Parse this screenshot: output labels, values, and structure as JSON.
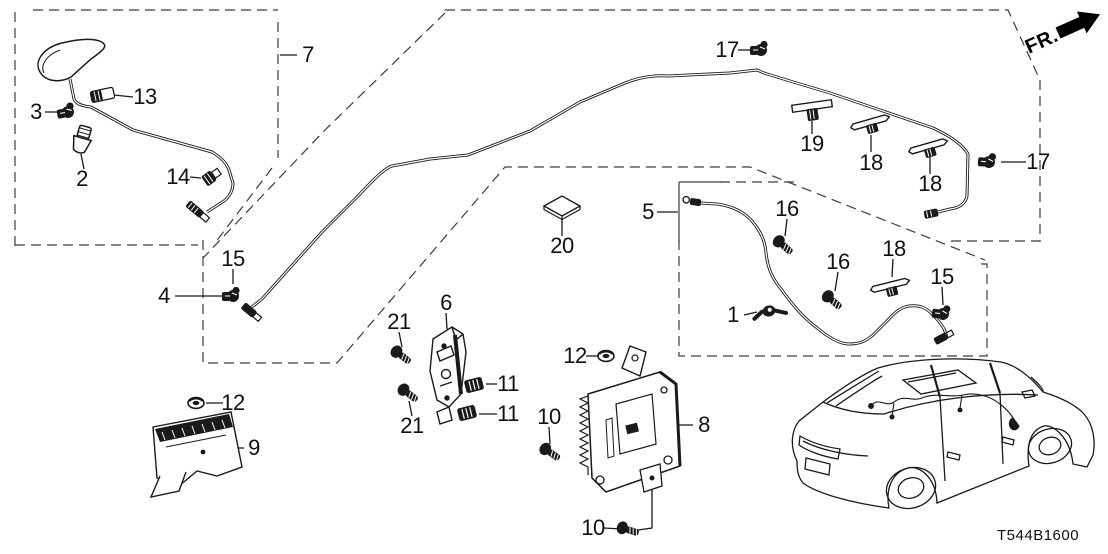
{
  "diagram": {
    "drawing_code": "T544B1600",
    "direction_indicator": "FR.",
    "callouts": {
      "c1": "1",
      "c2": "2",
      "c3": "3",
      "c4": "4",
      "c5": "5",
      "c6": "6",
      "c7": "7",
      "c8": "8",
      "c9": "9",
      "c10a": "10",
      "c10b": "10",
      "c11a": "11",
      "c11b": "11",
      "c12a": "12",
      "c12b": "12",
      "c13": "13",
      "c14": "14",
      "c15a": "15",
      "c15b": "15",
      "c16a": "16",
      "c16b": "16",
      "c17a": "17",
      "c17b": "17",
      "c18a": "18",
      "c18b": "18",
      "c18c": "18",
      "c19": "19",
      "c20": "20",
      "c21a": "21",
      "c21b": "21"
    }
  }
}
